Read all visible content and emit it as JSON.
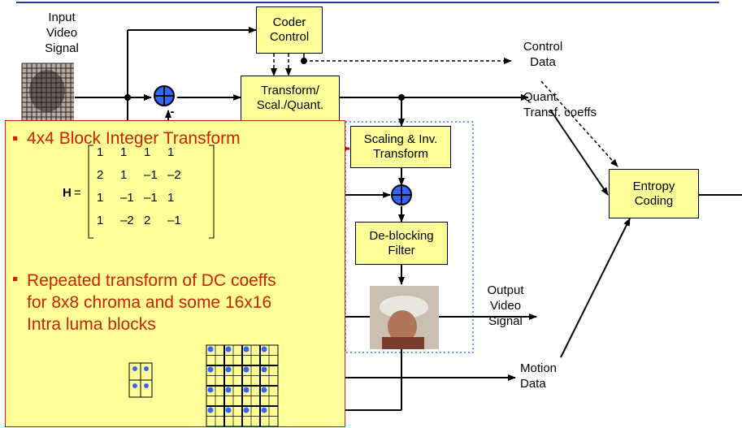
{
  "labels": {
    "input": "Input\nVideo\nSignal",
    "control_data": "Control\nData",
    "quant_coeffs": "Quant.\nTransf. coeffs",
    "output": "Output\nVideo\nSignal",
    "motion": "Motion\nData",
    "minus": "-"
  },
  "blocks": {
    "coder_control": "Coder\nControl",
    "transform": "Transform/\nScal./Quant.",
    "inverse": "Scaling & Inv.\nTransform",
    "deblocking": "De-blocking\nFilter",
    "entropy": "Entropy\nCoding"
  },
  "callout": {
    "bullet1": "4x4 Block Integer Transform",
    "bullet2": "Repeated transform of DC coeffs\nfor 8x8 chroma and some 16x16\nIntra luma blocks",
    "bullet_glyph": "▪",
    "matrix_symbol": "H",
    "equals": "=",
    "matrix": [
      [
        "1",
        "1",
        "1",
        "1"
      ],
      [
        "2",
        "1",
        "–1",
        "–2"
      ],
      [
        "1",
        "–1",
        "–1",
        "1"
      ],
      [
        "1",
        "–2",
        "2",
        "–1"
      ]
    ]
  },
  "colors": {
    "block_fill": "#ffff99",
    "callout_text": "#cc2200",
    "adder_fill": "#3366ff",
    "dotted_box": "#6699ff",
    "highlight_arrow": "#cc0000"
  }
}
